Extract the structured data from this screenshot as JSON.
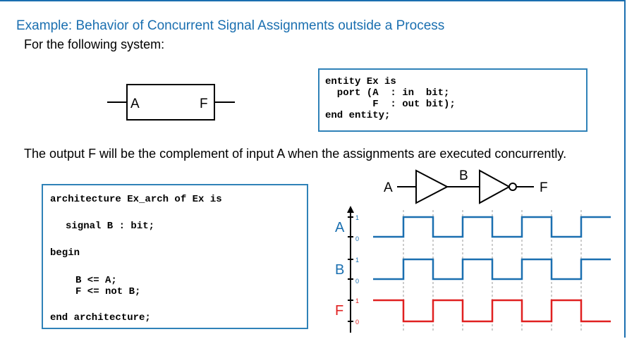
{
  "slide": {
    "title": "Example: Behavior of Concurrent Signal Assignments outside a Process",
    "intro": "For the following system:",
    "description": "The output F will be the complement of input A when the assignments are executed concurrently."
  },
  "block": {
    "input_label": "A",
    "output_label": "F"
  },
  "entity_code": "entity Ex is\n  port (A  : in  bit;\n        F  : out bit);\nend entity;",
  "architecture_code": {
    "line1": "architecture Ex_arch of Ex is",
    "line2": "signal B : bit;",
    "line3": "begin",
    "line4": "B <= A;",
    "line5": "F <= not B;",
    "line6": "end architecture;"
  },
  "gates": {
    "input": "A",
    "middle": "B",
    "output": "F"
  },
  "timing": {
    "signals": [
      {
        "name": "A",
        "high": "1",
        "low": "0",
        "color": "#1a6fb0"
      },
      {
        "name": "B",
        "high": "1",
        "low": "0",
        "color": "#1a6fb0"
      },
      {
        "name": "F",
        "high": "1",
        "low": "0",
        "color": "#e02020"
      }
    ]
  },
  "colors": {
    "accent": "#1a6fb0",
    "box_border": "#2f82b8",
    "f_signal": "#e02020"
  }
}
